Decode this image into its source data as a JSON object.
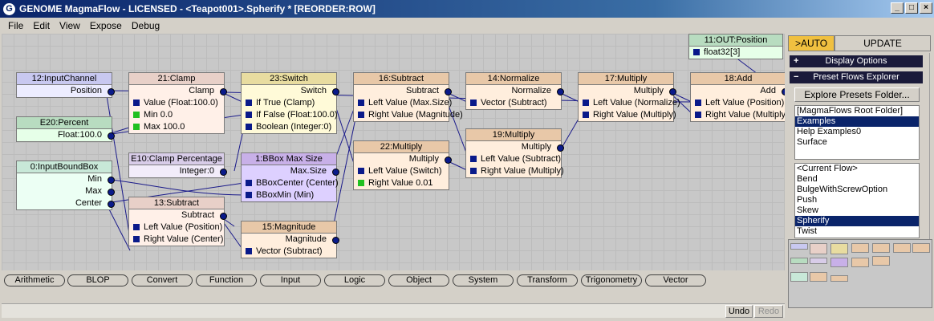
{
  "window": {
    "title": "GENOME MagmaFlow - LICENSED - <Teapot001>.Spherify * [REORDER:ROW]",
    "app_icon": "G"
  },
  "menu": [
    "File",
    "Edit",
    "View",
    "Expose",
    "Debug"
  ],
  "nodes": {
    "n12": {
      "title": "12:InputChannel",
      "out": "Position"
    },
    "n21": {
      "title": "21:Clamp",
      "out": "Clamp",
      "in": [
        "Value (Float:100.0)",
        "Min 0.0",
        "Max 100.0"
      ]
    },
    "n23": {
      "title": "23:Switch",
      "out": "Switch",
      "in": [
        "If True (Clamp)",
        "If False (Float:100.0)",
        "Boolean (Integer:0)"
      ]
    },
    "n16": {
      "title": "16:Subtract",
      "out": "Subtract",
      "in": [
        "Left Value (Max.Size)",
        "Right Value (Magnitude)"
      ]
    },
    "n14": {
      "title": "14:Normalize",
      "out": "Normalize",
      "in": [
        "Vector (Subtract)"
      ]
    },
    "n17": {
      "title": "17:Multiply",
      "out": "Multiply",
      "in": [
        "Left Value (Normalize)",
        "Right Value (Multiply)"
      ]
    },
    "n18": {
      "title": "18:Add",
      "out": "Add",
      "in": [
        "Left Value (Position)",
        "Right Value (Multiply)"
      ]
    },
    "n11": {
      "title": "11:OUT:Position",
      "in": [
        "float32[3]"
      ]
    },
    "ne20": {
      "title": "E20:Percent",
      "out": "Float:100.0"
    },
    "ne10": {
      "title": "E10:Clamp Percentage",
      "out": "Integer:0"
    },
    "n1": {
      "title": "1:BBox Max Size",
      "out": "Max.Size",
      "in": [
        "BBoxCenter (Center)",
        "BBoxMin (Min)"
      ]
    },
    "n22": {
      "title": "22:Multiply",
      "out": "Multiply",
      "in": [
        "Left Value (Switch)",
        "Right Value 0.01"
      ]
    },
    "n19": {
      "title": "19:Multiply",
      "out": "Multiply",
      "in": [
        "Left Value (Subtract)",
        "Right Value (Multiply)"
      ]
    },
    "n0": {
      "title": "0:InputBoundBox",
      "outs": [
        "Min",
        "Max",
        "Center"
      ]
    },
    "n13": {
      "title": "13:Subtract",
      "out": "Subtract",
      "in": [
        "Left Value (Position)",
        "Right Value (Center)"
      ]
    },
    "n15": {
      "title": "15:Magnitude",
      "out": "Magnitude",
      "in": [
        "Vector (Subtract)"
      ]
    }
  },
  "categories": [
    "Arithmetic",
    "BLOP",
    "Convert",
    "Function",
    "Input",
    "Logic",
    "Object",
    "System",
    "Transform",
    "Trigonometry",
    "Vector"
  ],
  "status": {
    "undo": "Undo",
    "redo": "Redo"
  },
  "right_panel": {
    "tab_auto": ">AUTO",
    "tab_update": "UPDATE",
    "display_options": "Display Options",
    "preset_flows": "Preset Flows Explorer",
    "explore_button": "Explore Presets Folder...",
    "folders": [
      "[MagmaFlows Root Folder]",
      "Examples",
      "Help Examples0",
      "Surface"
    ],
    "folders_selected": 1,
    "flows": [
      "<Current Flow>",
      "Bend",
      "BulgeWithScrewOption",
      "Push",
      "Skew",
      "Spherify",
      "Twist"
    ],
    "flows_selected": 5
  },
  "colors": {
    "accent_selected": "#0a246a",
    "auto_tab": "#f0c040"
  }
}
